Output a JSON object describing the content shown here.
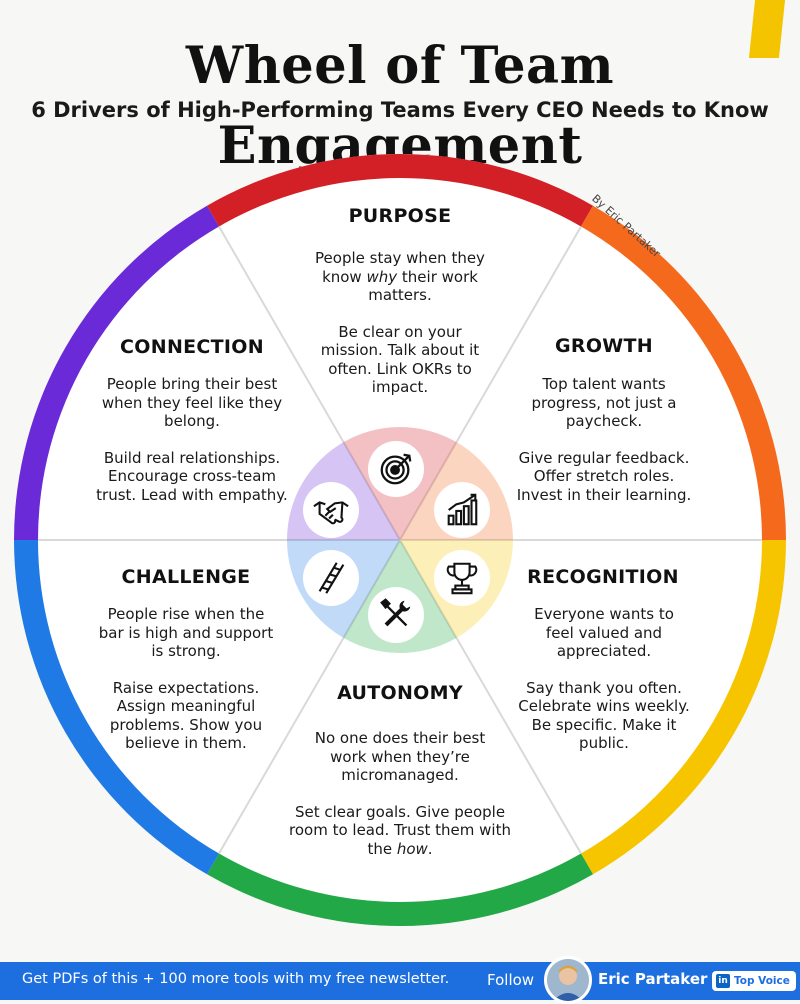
{
  "title": "Wheel of Team Engagement",
  "subtitle": "6 Drivers of High-Performing Teams Every CEO Needs to Know",
  "byline": "By Eric Partaker",
  "colors": {
    "purpose": "#d31f26",
    "growth": "#f5691d",
    "recognition": "#f7c400",
    "autonomy": "#22a846",
    "challenge": "#1f7ae6",
    "connection": "#6a2ad8"
  },
  "segments": {
    "purpose": {
      "title": "PURPOSE",
      "line1": "People stay when they know ",
      "line1_em": "why",
      "line1_end": " their work matters.",
      "line2": "Be clear on your mission. Talk about it often. Link OKRs to impact.",
      "icon": "target-icon"
    },
    "growth": {
      "title": "GROWTH",
      "line1": "Top talent wants progress, not just a paycheck.",
      "line2": "Give regular feedback. Offer stretch roles. Invest in their learning.",
      "icon": "bar-chart-icon"
    },
    "recognition": {
      "title": "RECOGNITION",
      "line1": "Everyone wants to feel valued and appreciated.",
      "line2": "Say thank you often. Celebrate wins weekly. Be specific. Make it public.",
      "icon": "trophy-icon"
    },
    "autonomy": {
      "title": "AUTONOMY",
      "line1": "No one does their best work when they’re micromanaged.",
      "line2": "Set clear goals. Give people room to lead. Trust them with the ",
      "line2_em": "how",
      "line2_end": ".",
      "icon": "tools-icon"
    },
    "challenge": {
      "title": "CHALLENGE",
      "line1": "People rise when the bar is high and support is strong.",
      "line2": "Raise expectations. Assign meaningful problems. Show you believe in them.",
      "icon": "ladder-icon"
    },
    "connection": {
      "title": "CONNECTION",
      "line1": "People bring their best when they feel like they belong.",
      "line2": "Build real relationships. Encourage cross-team trust. Lead with empathy.",
      "icon": "handshake-icon"
    }
  },
  "footer": {
    "cta": "Get PDFs of this + 100 more tools with my free newsletter.",
    "follow": "Follow",
    "name": "Eric Partaker",
    "badge": "Top Voice",
    "badge_icon": "in"
  }
}
